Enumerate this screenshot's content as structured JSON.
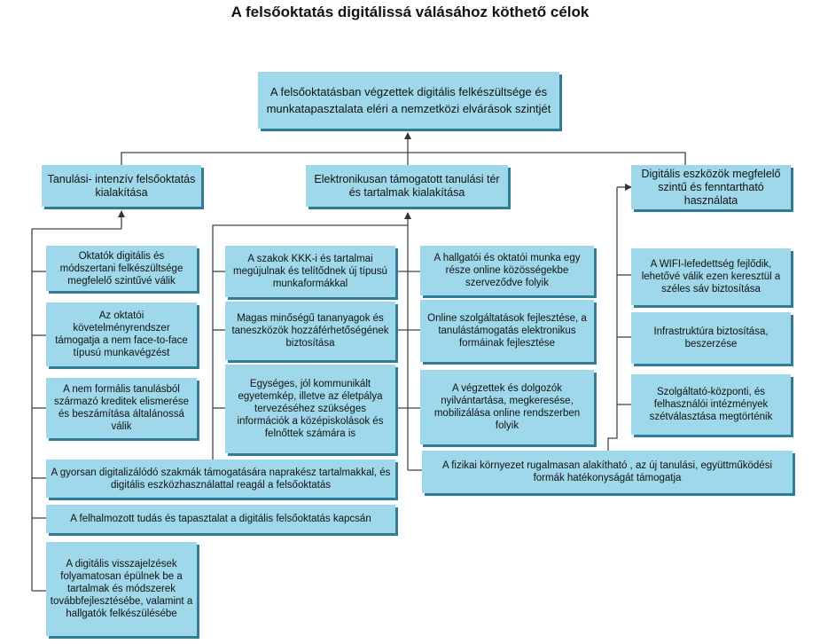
{
  "title": "A felsőoktatás digitálissá válásához köthető célok",
  "root": "A felsőoktatásban végzettek digitális felkészültsége és munkatapasztalata eléri a nemzetközi elvárások szintjét",
  "headers": {
    "left": "Tanulási- intenzív felsőoktatás kialakítása",
    "middle": "Elektronikusan támogatott tanulási tér és tartalmak kialakítása",
    "right": "Digitális eszközök megfelelő szintű és fenntartható használata"
  },
  "left_items": [
    "Oktatók digitális és módszertani felkészültsége megfelelő szintűvé válik",
    "Az oktatói követelményrendszer támogatja a nem face-to-face típusú munkavégzést",
    "A nem formális tanulásból származó kreditek elismerése és beszámítása általánossá válik"
  ],
  "mid_left_items": [
    "A szakok KKK-i és tartalmai megújulnak és telítődnek új típusú munkaformákkal",
    "Magas minőségű tananyagok és taneszközök hozzáférhetőségének biztosítása",
    "Egységes, jól kommunikált egyetemkép, illetve az életpálya tervezéséhez szükséges információk a középiskolások és felnőttek számára is"
  ],
  "mid_right_items": [
    "A hallgatói és oktatói munka egy része online közösségekbe szerveződve folyik",
    "Online szolgáltatások fejlesztése, a tanulástámogatás elektronikus formáinak fejlesztése",
    "A végzettek és dolgozók nyilvántartása, megkeresése, mobilizálása online rendszerben folyik"
  ],
  "right_items": [
    "A WIFI-lefedettség fejlődik, lehetővé válik ezen keresztül a széles sáv biztosítása",
    "Infrastruktúra biztosítása, beszerzése",
    "Szolgáltató-központi, és felhasználói intézmények szétválasztása megtörténik"
  ],
  "wide_items": {
    "digitalizing_fields": "A gyorsan digitalizálódó szakmák támogatására naprakész tartalmakkal, és digitális eszközhasználattal reagál a felsőoktatás",
    "knowledge_connection": "A felhalmozott tudás és tapasztalat a digitális felsőoktatás kapcsán",
    "physical_environment": "A fizikai környezet rugalmasan alakítható , az új tanulási, együttműködési formák hatékonyságát támogatja",
    "feedback": "A digitális visszajelzések folyamatosan épülnek be a tartalmak és módszerek továbbfejlesztésébe, valamint a hallgatók felkészülésébe"
  }
}
